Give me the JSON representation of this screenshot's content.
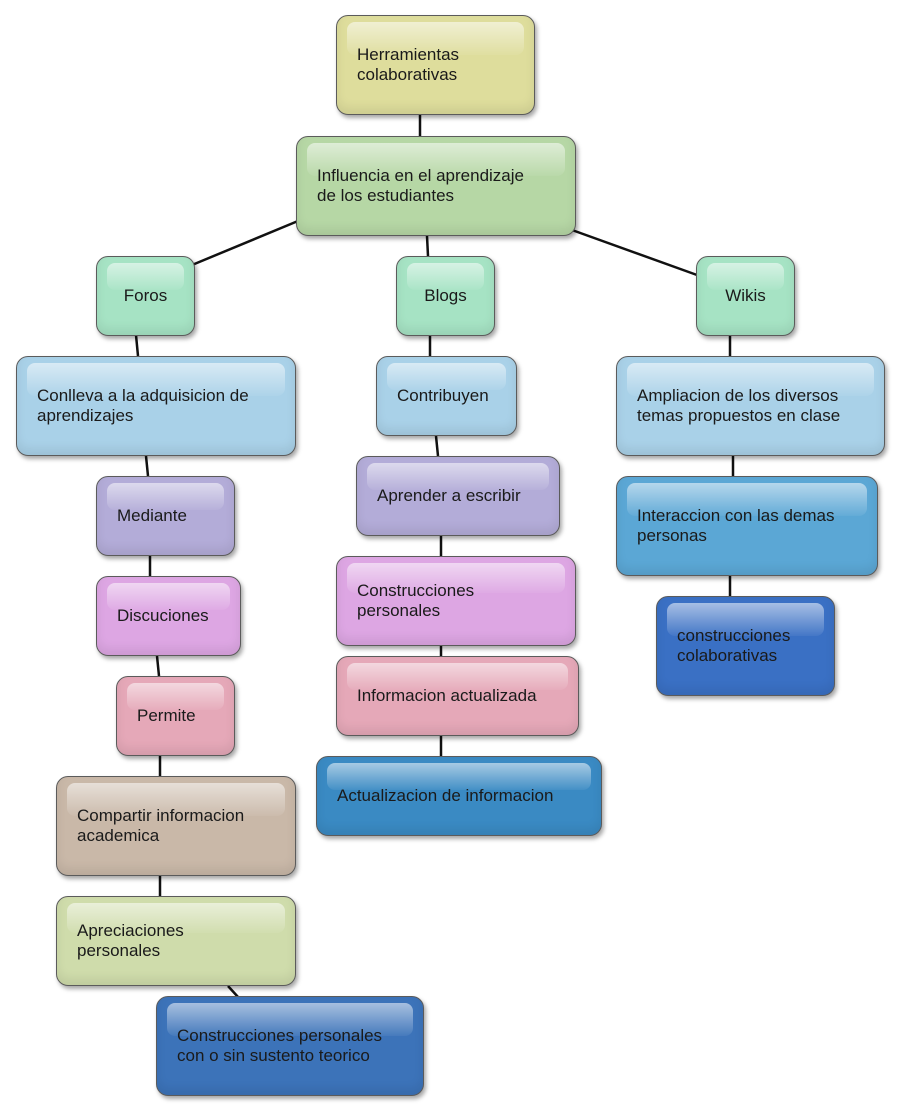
{
  "nodes": {
    "root": "Herramientas\ncolaborativas",
    "influencia": "Influencia en el aprendizaje\nde los estudiantes",
    "foros": "Foros",
    "blogs": "Blogs",
    "wikis": "Wikis",
    "conlleva": "Conlleva a la adquisicion de\naprendizajes",
    "mediante": "Mediante",
    "discuciones": "Discuciones",
    "permite": "Permite",
    "compartir": "Compartir informacion\nacademica",
    "apreciaciones": "Apreciaciones\npersonales",
    "construcciones_teorico": "Construcciones personales\ncon o sin sustento teorico",
    "contribuyen": "Contribuyen",
    "aprender": "Aprender a escribir",
    "construcciones_personales": "Construcciones\npersonales",
    "informacion_actualizada": "Informacion actualizada",
    "actualizacion": "Actualizacion de informacion",
    "ampliacion": "Ampliacion de los diversos\ntemas propuestos en clase",
    "interaccion": "Interaccion con las demas\npersonas",
    "construcciones_colaborativas": "construcciones\ncolaborativas"
  },
  "colors": {
    "root": "#dedd9c",
    "influencia": "#b6d7a5",
    "branch": "#a6e3c4",
    "lightblue": "#a9d1e8",
    "purple": "#b3acd8",
    "pink": "#dda6e3",
    "rose": "#e5a8b8",
    "tan": "#c9b8a8",
    "khaki": "#cfdcab",
    "steelblue": "#3c73b9",
    "midblue": "#5ba7d5",
    "oceanblue": "#3a8ac3",
    "royalblue": "#3a70c4"
  }
}
